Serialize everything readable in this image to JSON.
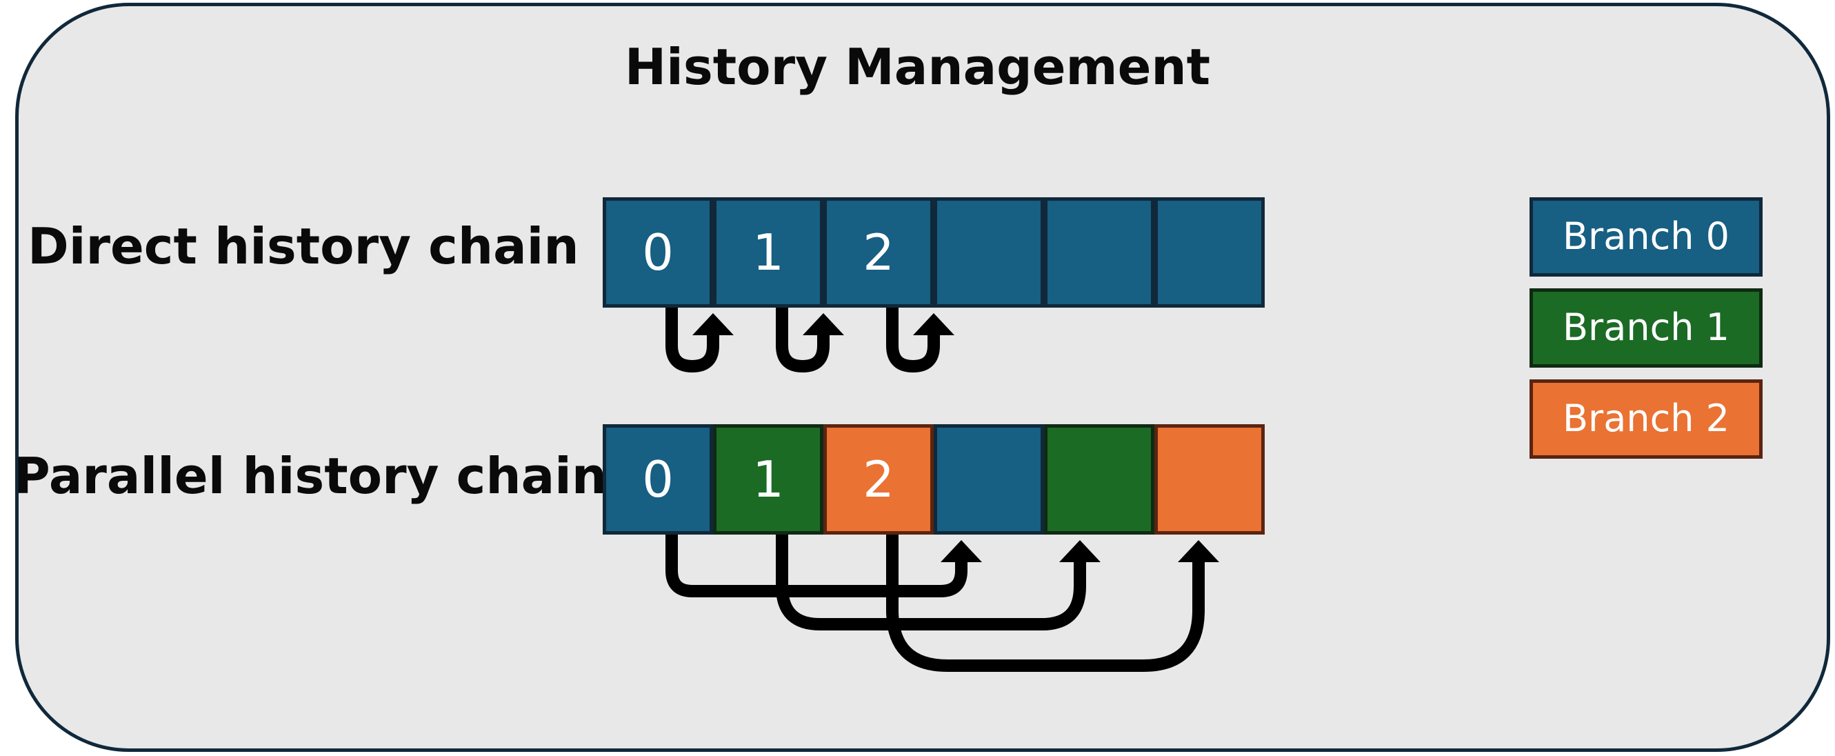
{
  "title": "History Management",
  "colors": {
    "branch_0": "#175f83",
    "branch_1": "#1b6b25",
    "branch_2": "#ea7233",
    "arrow": "#000000",
    "panel": "#e8e8e8",
    "border": "#10283a"
  },
  "rows": [
    {
      "label": "Direct history chain",
      "cells": [
        {
          "text": "0",
          "branch": 0
        },
        {
          "text": "1",
          "branch": 0
        },
        {
          "text": "2",
          "branch": 0
        },
        {
          "text": "",
          "branch": 0
        },
        {
          "text": "",
          "branch": 0
        },
        {
          "text": "",
          "branch": 0
        }
      ],
      "links": [
        [
          0,
          1
        ],
        [
          1,
          2
        ],
        [
          2,
          3
        ]
      ]
    },
    {
      "label": "Parallel history chain",
      "cells": [
        {
          "text": "0",
          "branch": 0
        },
        {
          "text": "1",
          "branch": 1
        },
        {
          "text": "2",
          "branch": 2
        },
        {
          "text": "",
          "branch": 0
        },
        {
          "text": "",
          "branch": 1
        },
        {
          "text": "",
          "branch": 2
        }
      ],
      "links": [
        [
          0,
          3
        ],
        [
          1,
          4
        ],
        [
          2,
          5
        ]
      ]
    }
  ],
  "legend": [
    {
      "label": "Branch 0",
      "branch": 0
    },
    {
      "label": "Branch 1",
      "branch": 1
    },
    {
      "label": "Branch 2",
      "branch": 2
    }
  ]
}
